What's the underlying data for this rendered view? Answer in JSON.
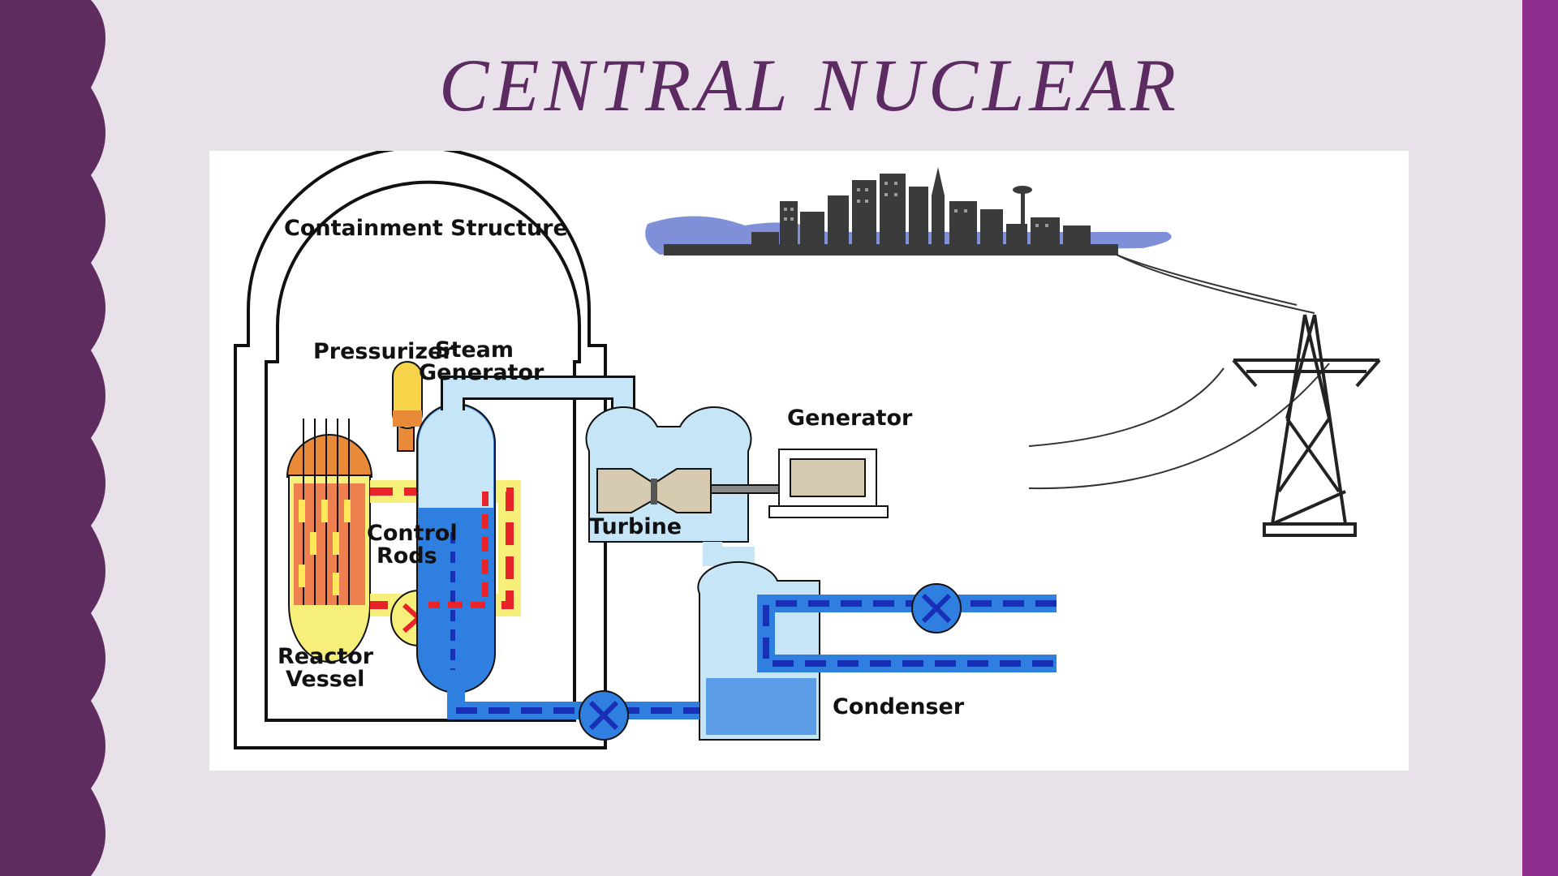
{
  "slide": {
    "title": "CENTRAL NUCLEAR",
    "colors": {
      "background": "#e8e1ea",
      "left_band": "#5f2c60",
      "right_band": "#8e2d8e",
      "title": "#5c2b61"
    }
  },
  "diagram": {
    "labels": {
      "containment": "Containment Structure",
      "pressurizer": "Pressurizer",
      "steam_line1": "Steam",
      "steam_line2": "Generator",
      "control_line1": "Control",
      "control_line2": "Rods",
      "reactor_line1": "Reactor",
      "reactor_line2": "Vessel",
      "turbine": "Turbine",
      "generator": "Generator",
      "condenser": "Condenser"
    },
    "colors": {
      "hot_loop": "#e8232a",
      "reactor_fill": "#f6f07a",
      "water": "#2e7fe0",
      "water_dash": "#1a2fb8",
      "steam": "#c6e6f8",
      "city": "#3b3b3b",
      "sky": "#7f8fd6"
    },
    "icons": [
      "city-skyline-icon",
      "transmission-tower-icon",
      "pump-icon"
    ]
  }
}
